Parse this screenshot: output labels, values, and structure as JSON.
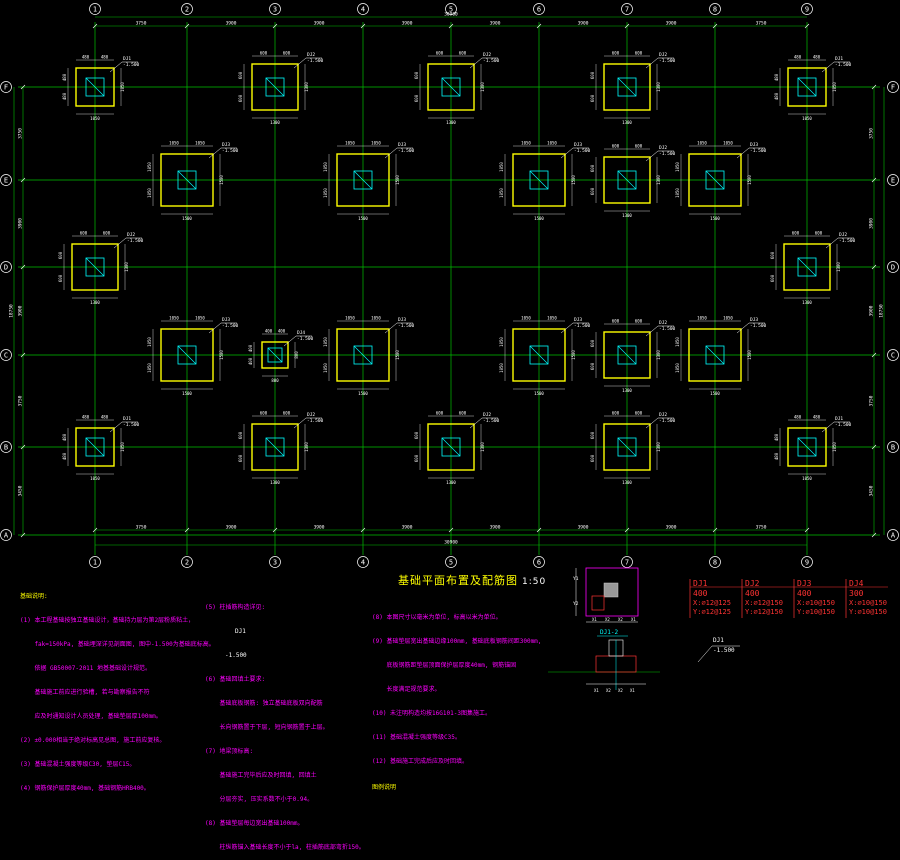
{
  "drawing": {
    "title": "基础平面布置及配筋图",
    "scale": "1:50",
    "colors": {
      "background": "#000000",
      "grid": "#00c000",
      "footing": "#ffff00",
      "column": "#00ffff",
      "dimension": "#ffffff",
      "note": "#ff00ff",
      "table": "#ff3333",
      "bubble": "#ffffff"
    }
  },
  "grid": {
    "columns": [
      "1",
      "2",
      "3",
      "4",
      "5",
      "6",
      "7",
      "8",
      "9"
    ],
    "rows": [
      "F",
      "E",
      "D",
      "C",
      "B",
      "A"
    ],
    "top_dims": [
      "3750",
      "3900",
      "3900",
      "3900",
      "3900",
      "3900",
      "3900",
      "3750"
    ],
    "top_total": "30900",
    "bottom_dims": [
      "3750",
      "3900",
      "3900",
      "3900",
      "3900",
      "3900",
      "3900",
      "3750"
    ],
    "bottom_total": "30900",
    "left_dims": [
      "3750",
      "3900",
      "3900",
      "3750",
      "3450"
    ],
    "left_total": "18750",
    "right_dims": [
      "3750",
      "3900",
      "3900",
      "3750",
      "3450"
    ],
    "right_total": "18750"
  },
  "footings": [
    {
      "col": 1,
      "row": "F",
      "w": "1050",
      "h": "1050",
      "dimx": [
        "480",
        "480"
      ],
      "dimy": [
        "480",
        "480"
      ],
      "label": "DJ1",
      "elev": "-1.500"
    },
    {
      "col": 3,
      "row": "F",
      "w": "1300",
      "h": "1300",
      "dimx": [
        "600",
        "600"
      ],
      "dimy": [
        "600",
        "600"
      ],
      "label": "DJ2",
      "elev": "-1.500"
    },
    {
      "col": 5,
      "row": "F",
      "w": "1300",
      "h": "1300",
      "dimx": [
        "600",
        "600"
      ],
      "dimy": [
        "600",
        "600"
      ],
      "label": "DJ2",
      "elev": "-1.500"
    },
    {
      "col": 7,
      "row": "F",
      "w": "1300",
      "h": "1300",
      "dimx": [
        "600",
        "600"
      ],
      "dimy": [
        "600",
        "600"
      ],
      "label": "DJ2",
      "elev": "-1.500"
    },
    {
      "col": 9,
      "row": "F",
      "w": "1050",
      "h": "1050",
      "dimx": [
        "480",
        "480"
      ],
      "dimy": [
        "480",
        "480"
      ],
      "label": "DJ1",
      "elev": "-1.500"
    },
    {
      "col": 2,
      "row": "E",
      "w": "1500",
      "h": "1500",
      "dimx": [
        "1050",
        "1050"
      ],
      "dimy": [
        "1050",
        "1050"
      ],
      "label": "DJ3",
      "elev": "-1.500"
    },
    {
      "col": 4,
      "row": "E",
      "w": "1500",
      "h": "1500",
      "dimx": [
        "1050",
        "1050"
      ],
      "dimy": [
        "1050",
        "1050"
      ],
      "label": "DJ3",
      "elev": "-1.500"
    },
    {
      "col": 6,
      "row": "E",
      "w": "1500",
      "h": "1500",
      "dimx": [
        "1050",
        "1050"
      ],
      "dimy": [
        "1050",
        "1050"
      ],
      "label": "DJ3",
      "elev": "-1.500"
    },
    {
      "col": 7,
      "row": "E",
      "w": "1300",
      "h": "1300",
      "dimx": [
        "600",
        "600"
      ],
      "dimy": [
        "600",
        "600"
      ],
      "label": "DJ2",
      "elev": "-1.500"
    },
    {
      "col": 8,
      "row": "E",
      "w": "1500",
      "h": "1500",
      "dimx": [
        "1050",
        "1050"
      ],
      "dimy": [
        "1050",
        "1050"
      ],
      "label": "DJ3",
      "elev": "-1.500"
    },
    {
      "col": 1,
      "row": "D",
      "w": "1300",
      "h": "1300",
      "dimx": [
        "600",
        "600"
      ],
      "dimy": [
        "600",
        "600"
      ],
      "label": "DJ2",
      "elev": "-1.500"
    },
    {
      "col": 9,
      "row": "D",
      "w": "1300",
      "h": "1300",
      "dimx": [
        "600",
        "600"
      ],
      "dimy": [
        "600",
        "600"
      ],
      "label": "DJ2",
      "elev": "-1.500"
    },
    {
      "col": 2,
      "row": "C",
      "w": "1500",
      "h": "1500",
      "dimx": [
        "1050",
        "1050"
      ],
      "dimy": [
        "1050",
        "1050"
      ],
      "label": "DJ3",
      "elev": "-1.500"
    },
    {
      "col": 3,
      "row": "C",
      "w": "800",
      "h": "800",
      "dimx": [
        "400",
        "400"
      ],
      "dimy": [
        "400",
        "400"
      ],
      "label": "DJ4",
      "elev": "-1.500"
    },
    {
      "col": 4,
      "row": "C",
      "w": "1500",
      "h": "1500",
      "dimx": [
        "1050",
        "1050"
      ],
      "dimy": [
        "1050",
        "1050"
      ],
      "label": "DJ3",
      "elev": "-1.500"
    },
    {
      "col": 6,
      "row": "C",
      "w": "1500",
      "h": "1500",
      "dimx": [
        "1050",
        "1050"
      ],
      "dimy": [
        "1050",
        "1050"
      ],
      "label": "DJ3",
      "elev": "-1.500"
    },
    {
      "col": 7,
      "row": "C",
      "w": "1300",
      "h": "1300",
      "dimx": [
        "600",
        "600"
      ],
      "dimy": [
        "600",
        "600"
      ],
      "label": "DJ2",
      "elev": "-1.500"
    },
    {
      "col": 8,
      "row": "C",
      "w": "1500",
      "h": "1500",
      "dimx": [
        "1050",
        "1050"
      ],
      "dimy": [
        "1050",
        "1050"
      ],
      "label": "DJ3",
      "elev": "-1.500"
    },
    {
      "col": 1,
      "row": "B",
      "w": "1050",
      "h": "1050",
      "dimx": [
        "480",
        "480"
      ],
      "dimy": [
        "480",
        "480"
      ],
      "label": "DJ1",
      "elev": "-1.500"
    },
    {
      "col": 3,
      "row": "B",
      "w": "1300",
      "h": "1300",
      "dimx": [
        "600",
        "600"
      ],
      "dimy": [
        "600",
        "600"
      ],
      "label": "DJ2",
      "elev": "-1.500"
    },
    {
      "col": 5,
      "row": "B",
      "w": "1300",
      "h": "1300",
      "dimx": [
        "600",
        "600"
      ],
      "dimy": [
        "600",
        "600"
      ],
      "label": "DJ2",
      "elev": "-1.500"
    },
    {
      "col": 7,
      "row": "B",
      "w": "1300",
      "h": "1300",
      "dimx": [
        "600",
        "600"
      ],
      "dimy": [
        "600",
        "600"
      ],
      "label": "DJ2",
      "elev": "-1.500"
    },
    {
      "col": 9,
      "row": "B",
      "w": "1050",
      "h": "1050",
      "dimx": [
        "480",
        "480"
      ],
      "dimy": [
        "480",
        "480"
      ],
      "label": "DJ1",
      "elev": "-1.500"
    }
  ],
  "notes_left": {
    "title": "基础说明:",
    "lines": [
      "(1) 本工程基础按独立基础设计，基础持力层为第2层粉质粘土，",
      "    fak=150kPa, 基础埋深详见剖面图, 图中-1.500为基础底标高。",
      "    依据 GB50007-2011 地基基础设计规范。",
      "    基础施工前应进行验槽, 若与勘察报告不符",
      "    应及时通知设计人员处理, 基础垫层厚100mm。",
      "(2) ±0.000相当于绝对标高见总图, 施工前应复核。",
      "(3) 基础混凝土强度等级C30, 垫层C15。",
      "(4) 钢筋保护层厚度40mm, 基础钢筋HRB400。"
    ]
  },
  "notes_mid": {
    "items": [
      "(5) 柱插筋构造详见:",
      "(6) 基础回填土要求:",
      "(7) 地梁顶标高:"
    ],
    "detail_label": "DJ1",
    "detail_elev": "-1.500",
    "lines": [
      "    基础底板钢筋: 独立基础底板双向配筋",
      "    长向钢筋置于下层, 短向钢筋置于上层。",
      "    基础施工完毕后应及时回填, 回填土",
      "    分层夯实, 压实系数不小于0.94。",
      "(8) 基础垫层每边宽出基础100mm。",
      "    柱纵筋锚入基础长度不小于la, 柱插筋底部弯折150。"
    ]
  },
  "notes_right": {
    "lines": [
      "(8) 本图尺寸以毫米为单位, 标高以米为单位。",
      "(9) 基础垫层宽出基础边缘100mm, 基础底板钢筋间距300mm,",
      "    底板钢筋距垫层顶面保护层厚度40mm, 钢筋锚固",
      "    长度满足规范要求。",
      "(10) 未注明构造均按16G101-3图集施工。",
      "(11) 基础混凝土强度等级C35。",
      "(12) 基础施工完成后应及时回填。"
    ],
    "legend_title": "图例说明"
  },
  "detail": {
    "title": "DJ1-2",
    "dims_bottom": [
      "X1",
      "X2",
      "X2",
      "X1"
    ],
    "side_labels": [
      "Y1",
      "Y2"
    ]
  },
  "table": {
    "headers": [
      "DJ1",
      "DJ2",
      "DJ3",
      "DJ4"
    ],
    "heights": [
      "400",
      "400",
      "400",
      "300"
    ],
    "rebar_x": [
      "X:⌀12@125",
      "X:⌀12@150",
      "X:⌀10@150",
      "X:⌀10@150"
    ],
    "rebar_y": [
      "Y:⌀12@125",
      "Y:⌀12@150",
      "Y:⌀10@150",
      "Y:⌀10@150"
    ]
  },
  "callout": {
    "label": "DJ1",
    "elev": "-1.500"
  }
}
